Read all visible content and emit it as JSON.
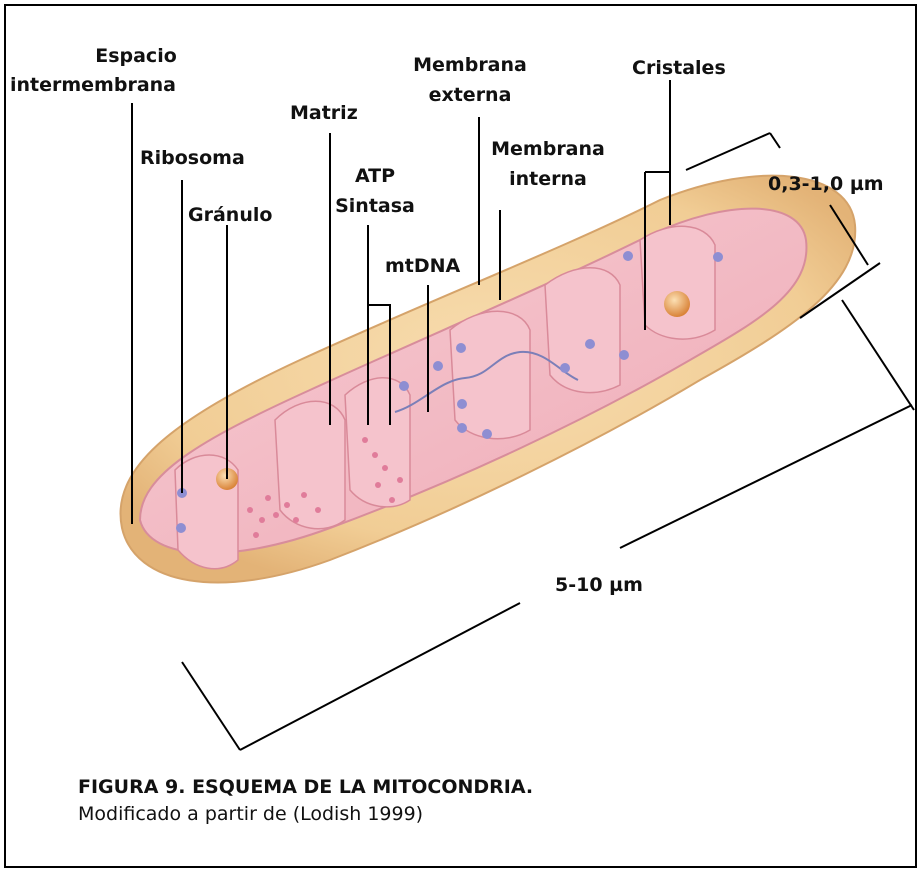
{
  "labels": {
    "espacio_line1": "Espacio",
    "espacio_line2": "intermembrana",
    "ribosoma": "Ribosoma",
    "granulo": "Gránulo",
    "matriz": "Matriz",
    "atp_line1": "ATP",
    "atp_line2": "Sintasa",
    "mtdna": "mtDNA",
    "mem_ext_line1": "Membrana",
    "mem_ext_line2": "externa",
    "mem_int_line1": "Membrana",
    "mem_int_line2": "interna",
    "cristales": "Cristales"
  },
  "dimensions": {
    "width": "0,3-1,0 µm",
    "length": "5-10 µm"
  },
  "caption": {
    "title": "FIGURA 9. ESQUEMA DE LA MITOCONDRIA.",
    "source": "Modificado a partir de (Lodish 1999)"
  },
  "colors": {
    "outer_membrane": "#f3d2a2",
    "inner_membrane": "#f2b6c0",
    "granule": "#e2964e",
    "ribosome": "#8e8ed2"
  }
}
